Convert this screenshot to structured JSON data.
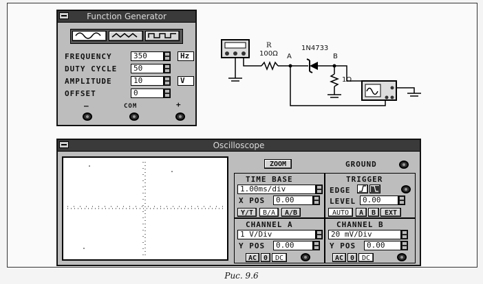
{
  "function_generator": {
    "title": "Function Generator",
    "waveforms": [
      "sine-wave-icon",
      "triangle-wave-icon",
      "square-wave-icon"
    ],
    "rows": [
      {
        "label": "FREQUENCY",
        "value": "350",
        "unit": "Hz"
      },
      {
        "label": "DUTY CYCLE",
        "value": "50",
        "unit": ""
      },
      {
        "label": "AMPLITUDE",
        "value": "10",
        "unit": "V"
      },
      {
        "label": "OFFSET",
        "value": "0",
        "unit": ""
      }
    ],
    "terminals": [
      "–",
      "COM",
      "+"
    ]
  },
  "circuit": {
    "resistor_name": "R",
    "resistor_value": "100Ω",
    "node_a": "A",
    "node_b": "B",
    "diode_name": "1N4733",
    "load_value": "1Ω"
  },
  "oscilloscope": {
    "title": "Oscilloscope",
    "zoom": "ZOOM",
    "ground": "GROUND",
    "timebase": {
      "title": "TIME BASE",
      "value": "1.00ms/div",
      "xpos_label": "X POS",
      "xpos_value": "0.00",
      "modes": [
        "Y/T",
        "B/A",
        "A/B"
      ]
    },
    "trigger": {
      "title": "TRIGGER",
      "edge_label": "EDGE",
      "level_label": "LEVEL",
      "level_value": "0.00",
      "sources": [
        "AUTO",
        "A",
        "B",
        "EXT"
      ]
    },
    "channel_a": {
      "title": "CHANNEL A",
      "value": "1 V/Div",
      "ypos_label": "Y POS",
      "ypos_value": "0.00",
      "coupling": [
        "AC",
        "0",
        "DC"
      ]
    },
    "channel_b": {
      "title": "CHANNEL B",
      "value": "20 mV/Div",
      "ypos_label": "Y POS",
      "ypos_value": "0.00",
      "coupling": [
        "AC",
        "0",
        "DC"
      ]
    }
  },
  "caption": "Рис. 9.6"
}
